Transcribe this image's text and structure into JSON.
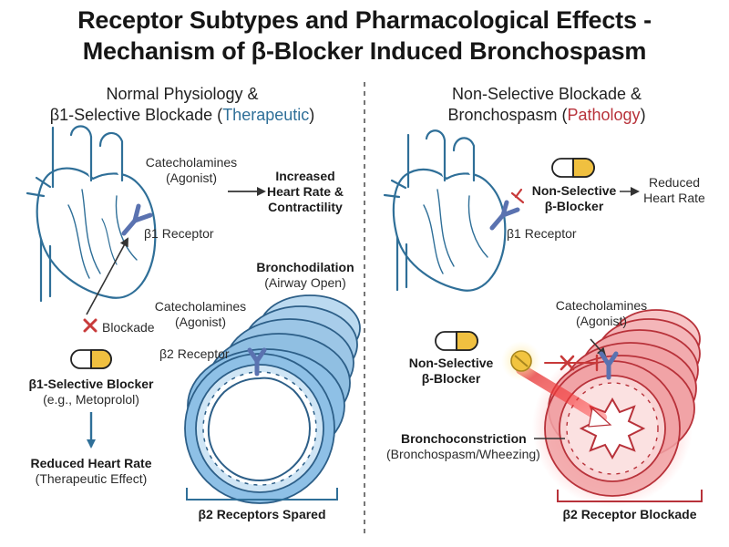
{
  "title": {
    "line1": "Receptor Subtypes and Pharmacological Effects -",
    "line2": "Mechanism of β-Blocker Induced Bronchospasm"
  },
  "left": {
    "heading_line1": "Normal Physiology &",
    "heading_prefix": "β1-Selective Blockade (",
    "heading_highlight": "Therapeutic",
    "heading_suffix": ")",
    "catecholamines_top": "Catecholamines",
    "agonist_top": "(Agonist)",
    "effect_line1": "Increased",
    "effect_line2": "Heart Rate &",
    "effect_line3": "Contractility",
    "b1_receptor": "β1 Receptor",
    "bronchodilation": "Bronchodilation",
    "airway_open": "(Airway Open)",
    "catecholamines_mid": "Catecholamines",
    "agonist_mid": "(Agonist)",
    "blockade": "Blockade",
    "b2_receptor": "β2 Receptor",
    "blocker_name": "β1-Selective Blocker",
    "blocker_example": "(e.g., Metoprolol)",
    "outcome": "Reduced Heart Rate",
    "outcome_note": "(Therapeutic Effect)",
    "spared": "β2 Receptors Spared"
  },
  "right": {
    "heading_line1": "Non-Selective Blockade &",
    "heading_prefix": "Bronchospasm (",
    "heading_highlight": "Pathology",
    "heading_suffix": ")",
    "blocker_top_line1": "Non-Selective",
    "blocker_top_line2": "β-Blocker",
    "reduced_line1": "Reduced",
    "reduced_line2": "Heart Rate",
    "b1_receptor": "β1 Receptor",
    "catecholamines": "Catecholamines",
    "agonist": "(Agonist)",
    "blocker_mid_line1": "Non-Selective",
    "blocker_mid_line2": "β-Blocker",
    "bronchoconstriction": "Bronchoconstriction",
    "bronchospasm_note": "(Bronchospasm/Wheezing)",
    "blockade_label": "β2 Receptor Blockade"
  },
  "colors": {
    "blue": "#2f6f98",
    "red": "#b8323a",
    "capsule_yellow": "#f0c040",
    "airway_blue": "#8ec0e6",
    "airway_red": "#f1a3a6"
  }
}
